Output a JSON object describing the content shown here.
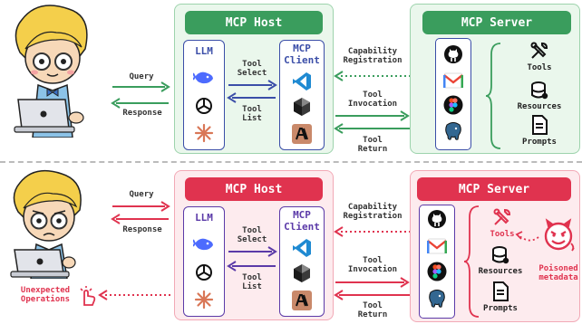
{
  "colors": {
    "green": "#3a9d5d",
    "green_panel": "#eaf7ec",
    "blue": "#3b4ea8",
    "red": "#e0334f",
    "red_panel": "#fdebee",
    "purple": "#5b3aa8"
  },
  "top": {
    "query": "Query",
    "response": "Response",
    "host_title": "MCP Host",
    "llm": "LLM",
    "tool_select": "Tool\nSelect",
    "tool_list": "Tool\nList",
    "mcp_client": "MCP\nClient",
    "capability_registration": "Capability\nRegistration",
    "tool_invocation": "Tool\nInvocation",
    "tool_return": "Tool\nReturn",
    "server_title": "MCP Server",
    "tools": "Tools",
    "resources": "Resources",
    "prompts": "Prompts"
  },
  "bottom": {
    "query": "Query",
    "response": "Response",
    "host_title": "MCP Host",
    "llm": "LLM",
    "tool_select": "Tool\nSelect",
    "tool_list": "Tool\nList",
    "mcp_client": "MCP\nClient",
    "capability_registration": "Capability\nRegistration",
    "tool_invocation": "Tool\nInvocation",
    "tool_return": "Tool\nReturn",
    "server_title": "MCP Server",
    "tools": "Tools",
    "resources": "Resources",
    "prompts": "Prompts",
    "poisoned_metadata": "Poisoned\nmetadata",
    "unexpected_operations": "Unexpected\nOperations"
  },
  "icons": {
    "llm": [
      "deepseek-whale-icon",
      "openai-icon",
      "claude-sunburst-icon"
    ],
    "client": [
      "vscode-icon",
      "cursor-icon",
      "anthropic-icon"
    ],
    "server": [
      "github-icon",
      "gmail-icon",
      "figma-icon",
      "postgresql-icon"
    ],
    "categories": [
      "tools-icon",
      "database-icon",
      "document-icon"
    ],
    "attacker": "devil-face-icon",
    "click": "pointer-click-icon"
  }
}
